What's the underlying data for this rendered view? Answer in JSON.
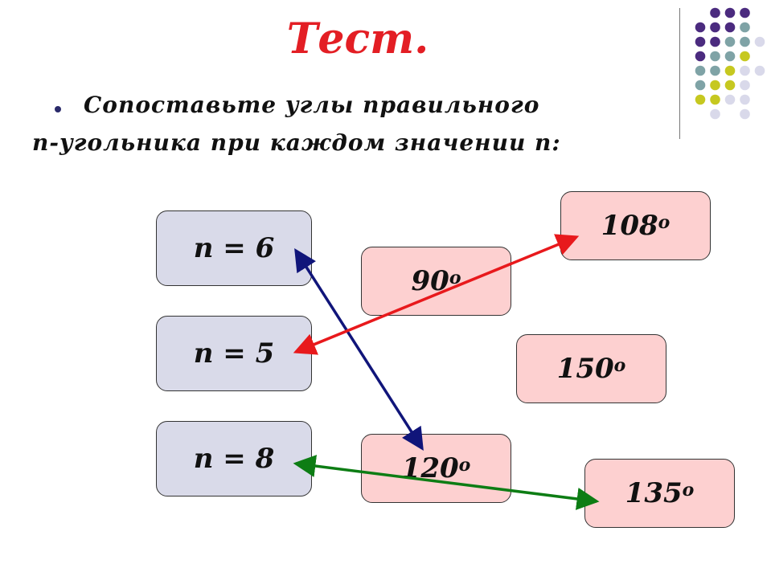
{
  "slide": {
    "title": "Тест.",
    "task_line1": "Сопоставьте  углы  правильного",
    "task_line2": "n-угольника  при  каждом  значении  n:"
  },
  "n_boxes": [
    {
      "label": "n = 6"
    },
    {
      "label": "n = 5"
    },
    {
      "label": "n = 8"
    }
  ],
  "angle_boxes": [
    {
      "value": "108",
      "unit": "о"
    },
    {
      "value": "90",
      "unit": "о"
    },
    {
      "value": "150",
      "unit": "о"
    },
    {
      "value": "120",
      "unit": "о"
    },
    {
      "value": "135",
      "unit": "о"
    }
  ],
  "matches": [
    {
      "from": "n = 6",
      "to": "120",
      "color": "#10157a"
    },
    {
      "from": "n = 5",
      "to": "108",
      "color": "#e8191c"
    },
    {
      "from": "n = 8",
      "to": "135",
      "color": "#0d7d14"
    }
  ],
  "decor_colors": [
    "#4b2b7f",
    "#7fa3a6",
    "#c6c820",
    "#d9d9ea"
  ]
}
